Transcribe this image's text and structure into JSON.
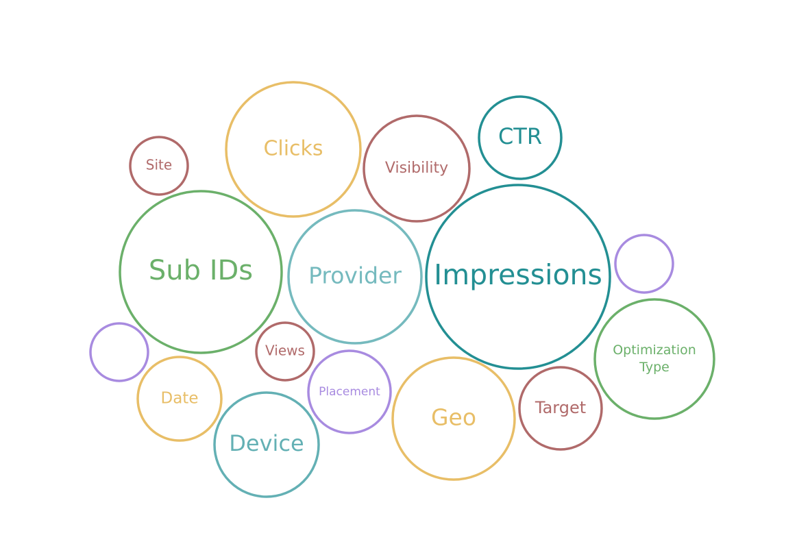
{
  "bubbles": [
    {
      "id": "clicks",
      "label": "Clicks",
      "color": "#E8BE67"
    },
    {
      "id": "site",
      "label": "Site",
      "color": "#B06A6A"
    },
    {
      "id": "visibility",
      "label": "Visibility",
      "color": "#B06A6A"
    },
    {
      "id": "ctr",
      "label": "CTR",
      "color": "#238F93"
    },
    {
      "id": "sub-ids",
      "label": "Sub IDs",
      "color": "#6BB06A"
    },
    {
      "id": "provider",
      "label": "Provider",
      "color": "#75BABE"
    },
    {
      "id": "impressions",
      "label": "Impressions",
      "color": "#238F93"
    },
    {
      "id": "empty-1",
      "label": "",
      "color": "#A88BE0"
    },
    {
      "id": "empty-2",
      "label": "",
      "color": "#A88BE0"
    },
    {
      "id": "views",
      "label": "Views",
      "color": "#B06A6A"
    },
    {
      "id": "placement",
      "label": "Placement",
      "color": "#A88BE0"
    },
    {
      "id": "optimization-type",
      "label": "Optimization\nType",
      "color": "#6BB06A"
    },
    {
      "id": "date",
      "label": "Date",
      "color": "#E8BE67"
    },
    {
      "id": "geo",
      "label": "Geo",
      "color": "#E8BE67"
    },
    {
      "id": "target",
      "label": "Target",
      "color": "#B06A6A"
    },
    {
      "id": "device",
      "label": "Device",
      "color": "#63B0B4"
    }
  ]
}
